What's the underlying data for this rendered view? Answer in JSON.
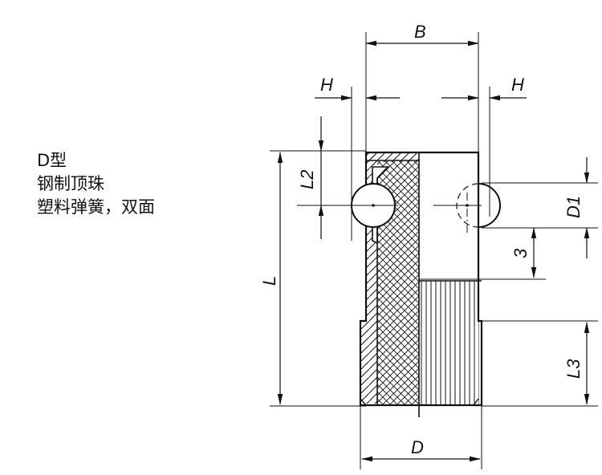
{
  "caption": {
    "line1": "D型",
    "line2": "钢制顶珠",
    "line3": "塑料弹簧，双面"
  },
  "dimensions": {
    "B": "B",
    "H_left": "H",
    "H_right": "H",
    "L": "L",
    "L2": "L2",
    "D1": "D1",
    "three": "3",
    "L3": "L3",
    "D": "D"
  },
  "colors": {
    "line": "#111111",
    "background": "#ffffff"
  }
}
